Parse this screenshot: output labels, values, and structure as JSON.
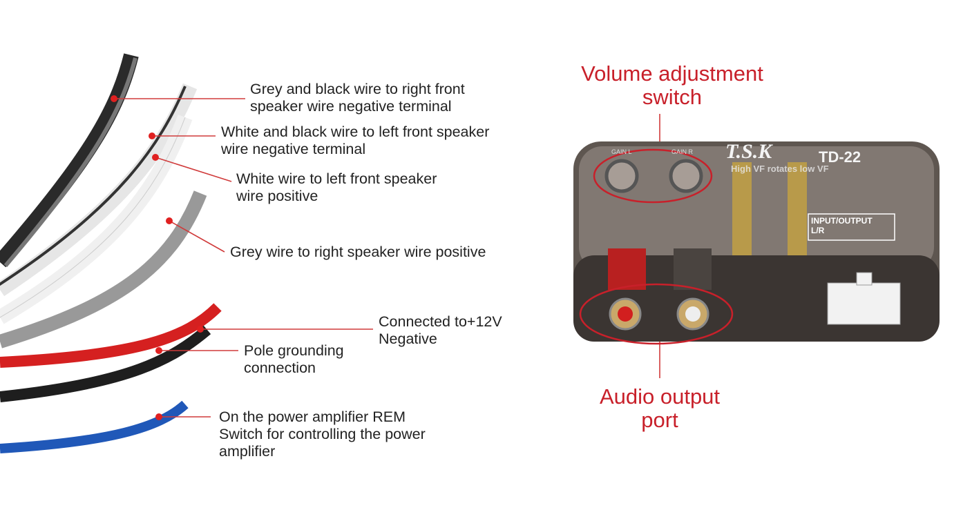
{
  "wire_labels": [
    {
      "lines": [
        "Grey and black wire to right front",
        "speaker wire negative terminal"
      ]
    },
    {
      "lines": [
        "White and black wire to left front speaker",
        "wire negative terminal"
      ]
    },
    {
      "lines": [
        "White wire to left front speaker",
        "wire positive"
      ]
    },
    {
      "lines": [
        "Grey wire to right speaker wire positive"
      ]
    },
    {
      "lines": [
        "Connected to+12V",
        "Negative"
      ]
    },
    {
      "lines": [
        "Pole grounding",
        "connection"
      ]
    },
    {
      "lines": [
        "On the power amplifier REM",
        "Switch for controlling the power",
        "amplifier"
      ]
    }
  ],
  "device_callouts": {
    "volume": {
      "lines": [
        "Volume adjustment",
        "switch"
      ]
    },
    "audio": {
      "lines": [
        "Audio output",
        "port"
      ]
    }
  },
  "device": {
    "brand": "T.S.K",
    "model": "TD-22",
    "tagline": "High VF rotates low VF",
    "gain_left": "GAIN L",
    "gain_right": "GAIN R",
    "io_label": [
      "INPUT/OUTPUT",
      "L/R"
    ]
  },
  "colors": {
    "callout": "#c8202a",
    "leader": "#d03a3a"
  }
}
